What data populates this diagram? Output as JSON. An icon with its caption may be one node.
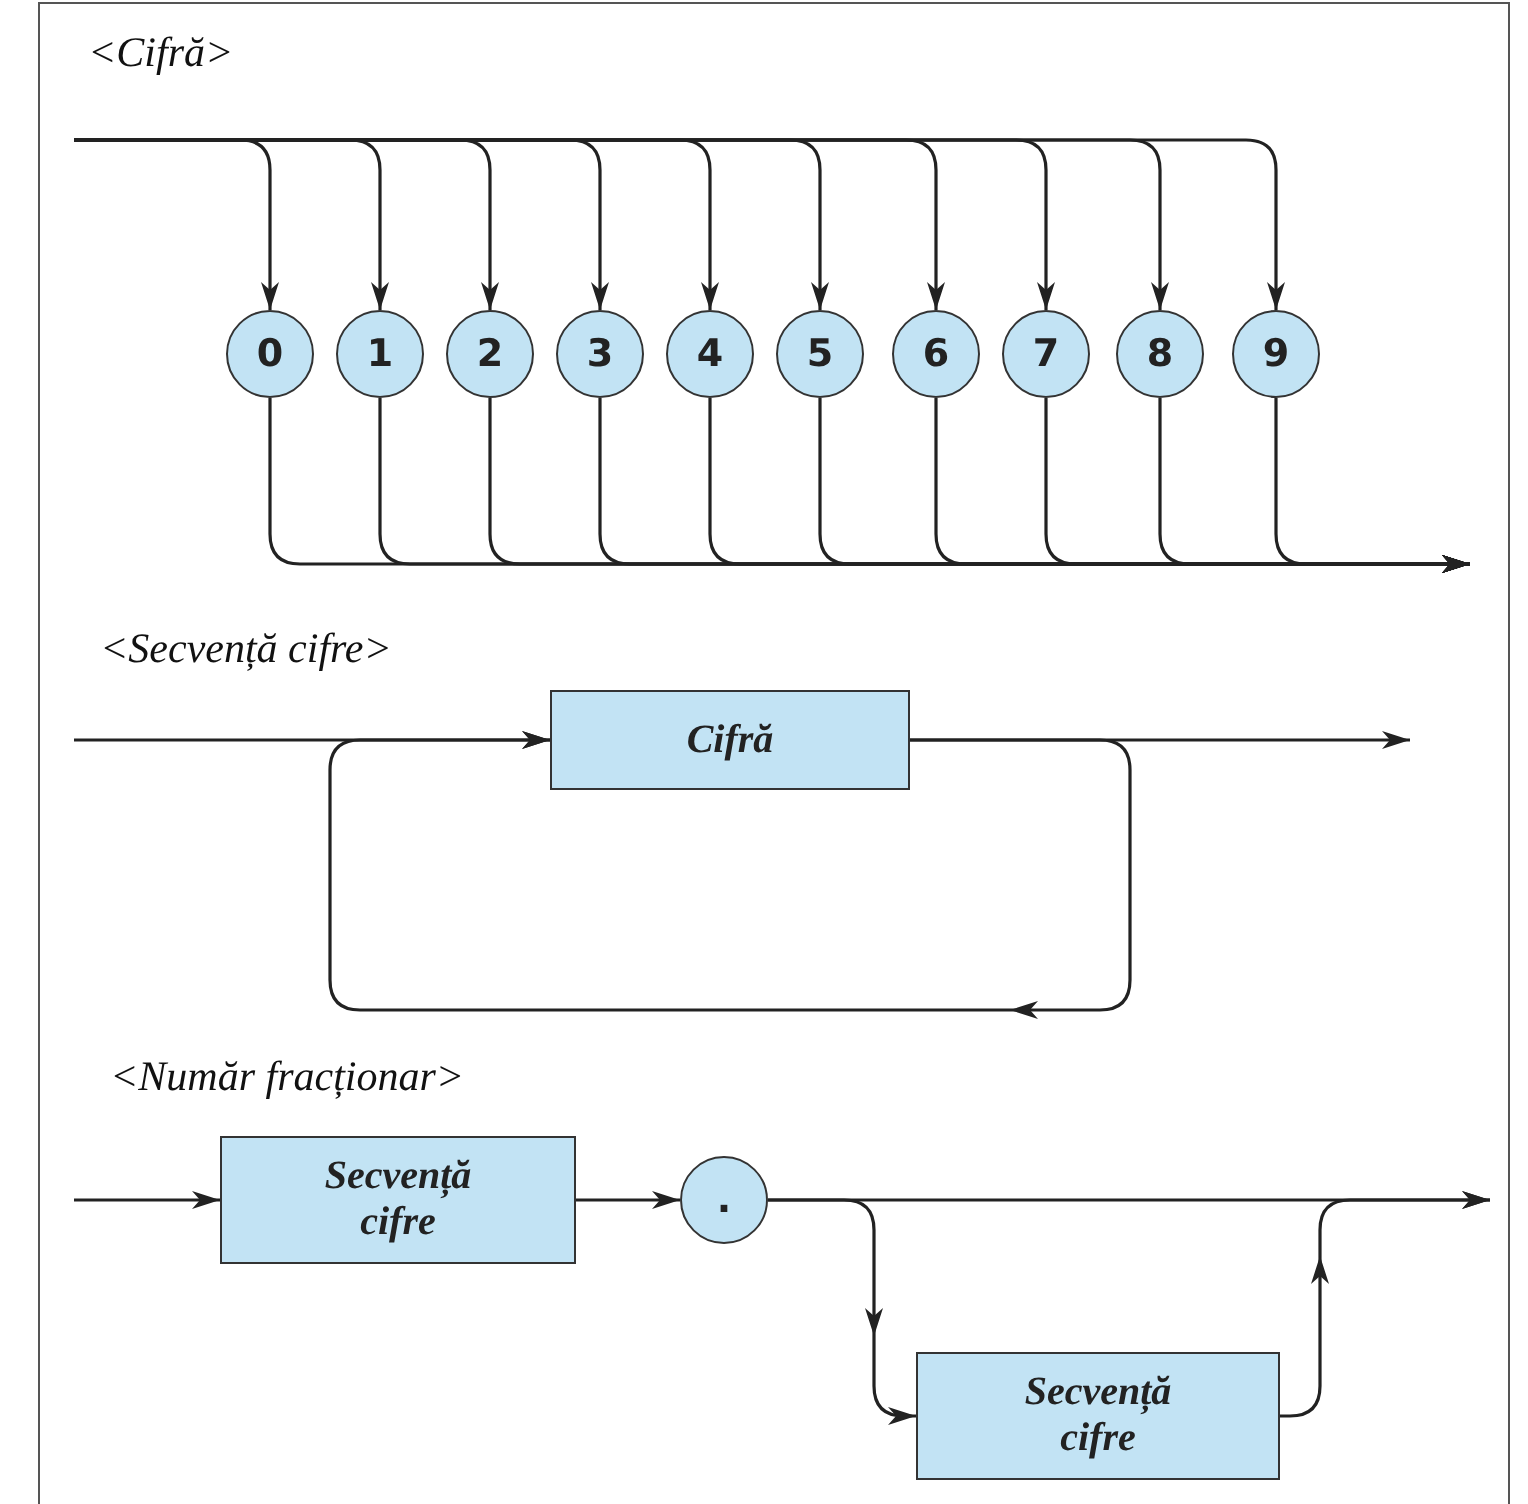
{
  "diagram": {
    "nodes": [
      {
        "text": [
          "0"
        ]
      },
      {
        "text": [
          "1"
        ]
      },
      {
        "text": [
          "2"
        ]
      },
      {
        "text": [
          "3"
        ]
      },
      {
        "text": [
          "4"
        ]
      },
      {
        "text": [
          "5"
        ]
      },
      {
        "text": [
          "6"
        ]
      },
      {
        "text": [
          "7"
        ]
      },
      {
        "text": [
          "8"
        ]
      },
      {
        "text": [
          "9"
        ]
      },
      {
        "text": [
          "Cifră"
        ]
      },
      {
        "text": [
          "Secvență cifre"
        ]
      },
      {
        "text": [
          "."
        ]
      },
      {
        "text": [
          "Secvență cifre"
        ]
      }
    ],
    "edges": [
      {
        "from": null,
        "to": 0,
        "arrow": "to"
      },
      {
        "from": null,
        "to": 1,
        "arrow": "to"
      },
      {
        "from": null,
        "to": 2,
        "arrow": "to"
      },
      {
        "from": null,
        "to": 3,
        "arrow": "to"
      },
      {
        "from": null,
        "to": 4,
        "arrow": "to"
      },
      {
        "from": null,
        "to": 5,
        "arrow": "to"
      },
      {
        "from": null,
        "to": 6,
        "arrow": "to"
      },
      {
        "from": null,
        "to": 7,
        "arrow": "to"
      },
      {
        "from": null,
        "to": 8,
        "arrow": "to"
      },
      {
        "from": null,
        "to": 9,
        "arrow": "to"
      },
      {
        "from": 0,
        "to": null,
        "arrow": "to"
      },
      {
        "from": 1,
        "to": null,
        "arrow": "to"
      },
      {
        "from": 2,
        "to": null,
        "arrow": "to"
      },
      {
        "from": 3,
        "to": null,
        "arrow": "to"
      },
      {
        "from": 4,
        "to": null,
        "arrow": "to"
      },
      {
        "from": 5,
        "to": null,
        "arrow": "to"
      },
      {
        "from": 6,
        "to": null,
        "arrow": "to"
      },
      {
        "from": 7,
        "to": null,
        "arrow": "to"
      },
      {
        "from": 8,
        "to": null,
        "arrow": "to"
      },
      {
        "from": 9,
        "to": null,
        "arrow": "to"
      },
      {
        "from": null,
        "to": 10,
        "arrow": "to"
      },
      {
        "from": 10,
        "to": null,
        "arrow": "to"
      },
      {
        "from": 10,
        "to": 10,
        "arrow": "to"
      },
      {
        "from": null,
        "to": 11,
        "arrow": "to"
      },
      {
        "from": 11,
        "to": 12,
        "arrow": "to"
      },
      {
        "from": 12,
        "to": null,
        "arrow": "to"
      },
      {
        "from": 12,
        "to": 13,
        "arrow": "to"
      },
      {
        "from": 13,
        "to": null,
        "arrow": "to"
      }
    ],
    "labels": [
      "<Cifră>",
      "<Secvență cifre>",
      "<Număr fracționar>"
    ]
  }
}
